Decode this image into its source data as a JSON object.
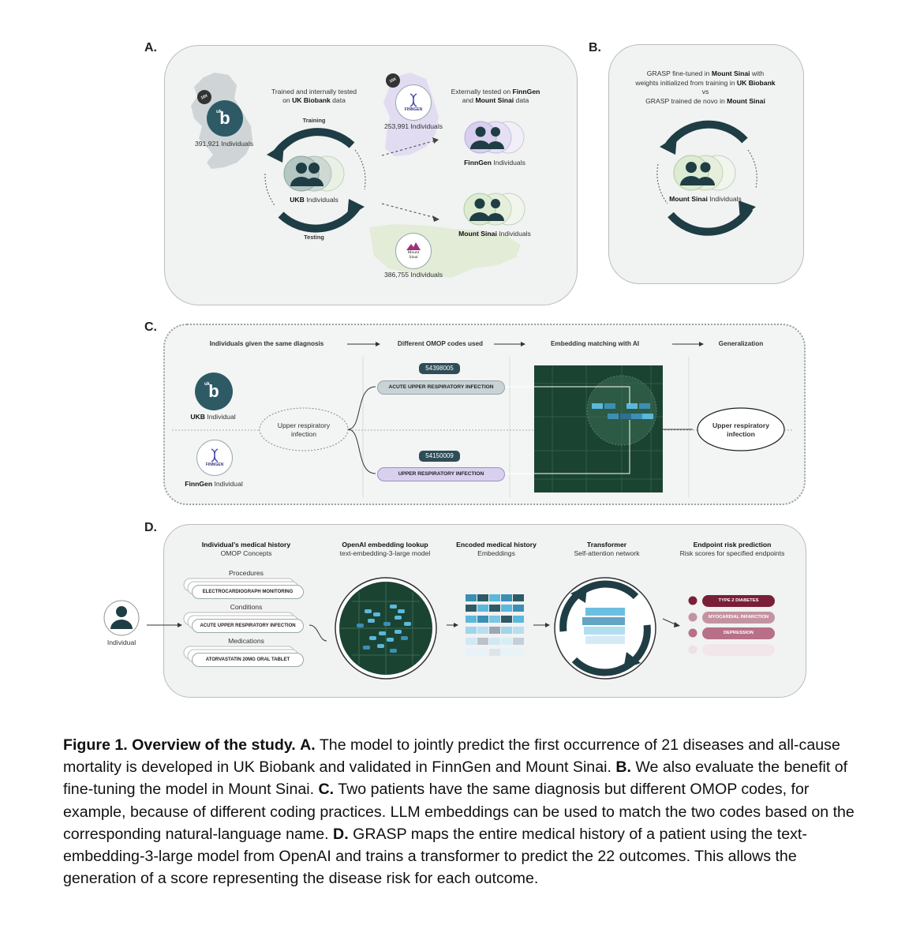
{
  "panel_letters": {
    "a": "A.",
    "b": "B.",
    "c": "C.",
    "d": "D."
  },
  "panel_a": {
    "ukb_count": "391,921 Individuals",
    "trained_text_1": "Trained and internally tested",
    "trained_text_2_pre": "on ",
    "trained_text_2_bold": "UK Biobank",
    "trained_text_2_post": " data",
    "training_label": "Training",
    "testing_label": "Testing",
    "ukb_individuals_bold": "UKB",
    "ukb_individuals_rest": " Individuals",
    "finngen_count": "253,991 Individuals",
    "external_1_pre": "Externally tested on ",
    "external_1_bold": "FinnGen",
    "external_2_pre": "and ",
    "external_2_bold": "Mount Sinai",
    "external_2_post": " data",
    "finngen_individuals_bold": "FinnGen",
    "finngen_individuals_rest": " Individuals",
    "mount_sinai_individuals_bold": "Mount Sinai",
    "mount_sinai_individuals_rest": " Individuals",
    "mount_sinai_count": "386,755 Individuals",
    "finngen_logo_text": "FINNGEN",
    "mount_sinai_logo_text_1": "Mount",
    "mount_sinai_logo_text_2": "Sinai",
    "ukb_logo_small": "uk",
    "ukb_logo_big": "b",
    "badge_text": "10X"
  },
  "panel_b": {
    "line1_pre": "GRASP fine-tuned in ",
    "line1_bold": "Mount Sinai",
    "line1_post": " with",
    "line2_pre": "weights initialized from training in ",
    "line2_bold": "UK Biobank",
    "line3": "vs",
    "line4_pre": "GRASP trained de novo in ",
    "line4_bold": "Mount Sinai",
    "individuals_bold": "Mount Sinai",
    "individuals_rest": " Individuals"
  },
  "panel_c": {
    "header1": "Individuals given the same diagnosis",
    "header2": "Different OMOP codes used",
    "header3": "Embedding matching with AI",
    "header4": "Generalization",
    "ukb_label_bold": "UKB",
    "ukb_label_rest": " Individual",
    "finngen_label_bold": "FinnGen",
    "finngen_label_rest": " Individual",
    "diagnosis_1": "Upper respiratory",
    "diagnosis_2": "infection",
    "code1": "54398005",
    "code1_name": "ACUTE UPPER RESPIRATORY INFECTION",
    "code2": "54150009",
    "code2_name": "UPPER RESPIRATORY INFECTION",
    "general_1": "Upper respiratory",
    "general_2": "infection"
  },
  "panel_d": {
    "col1_title": "Individual’s medical history",
    "col1_sub": "OMOP Concepts",
    "col2_title": "OpenAI embedding lookup",
    "col2_sub": "text-embedding-3-large model",
    "col3_title": "Encoded medical history",
    "col3_sub": "Embeddings",
    "col4_title": "Transformer",
    "col4_sub": "Self-attention network",
    "col5_title": "Endpoint risk prediction",
    "col5_sub": "Risk scores for specified endpoints",
    "individual_label": "Individual",
    "procedures_label": "Procedures",
    "procedure_item": "ELECTROCARDIOGRAPH MONITORING",
    "conditions_label": "Conditions",
    "condition_item": "ACUTE UPPER RESPIRATORY INFECTION",
    "medications_label": "Medications",
    "medication_item": "ATORVASTATIN 20MG ORAL TABLET",
    "risks": [
      "TYPE 2 DIABETES",
      "MYOCARDIAL INFARCTION",
      "DEPRESSION"
    ],
    "risk_colors": [
      "#7a1f38",
      "#c493a2",
      "#b77088",
      "#f0dfe4"
    ]
  },
  "caption": {
    "fig_label": "Figure 1. Overview of the study.",
    "a_label": "A.",
    "a_text": "The model to jointly predict the first occurrence of 21 diseases and all-cause mortality is developed in UK Biobank and validated in FinnGen and Mount Sinai.",
    "b_label": "B.",
    "b_text": "We also evaluate the benefit of fine-tuning the model in Mount Sinai.",
    "c_label": "C.",
    "c_text": "Two patients have the same diagnosis but different OMOP codes, for example, because of different coding practices. LLM embeddings can be used to match the two codes based on the corresponding natural-language name.",
    "d_label": "D.",
    "d_text": "GRASP maps the entire medical history of a patient using the text-embedding-3-large model from OpenAI and trains a transformer to predict the 22 outcomes. This allows the generation of a score representing the disease risk for each outcome."
  },
  "colors": {
    "dark_teal": "#1f3d44",
    "ukb_teal": "#2e5a66",
    "person_light_green": "#dcebd2",
    "person_purple": "#d8d0ee",
    "grid_green": "#1b4332",
    "embed_blue": "#5bb8dd"
  }
}
